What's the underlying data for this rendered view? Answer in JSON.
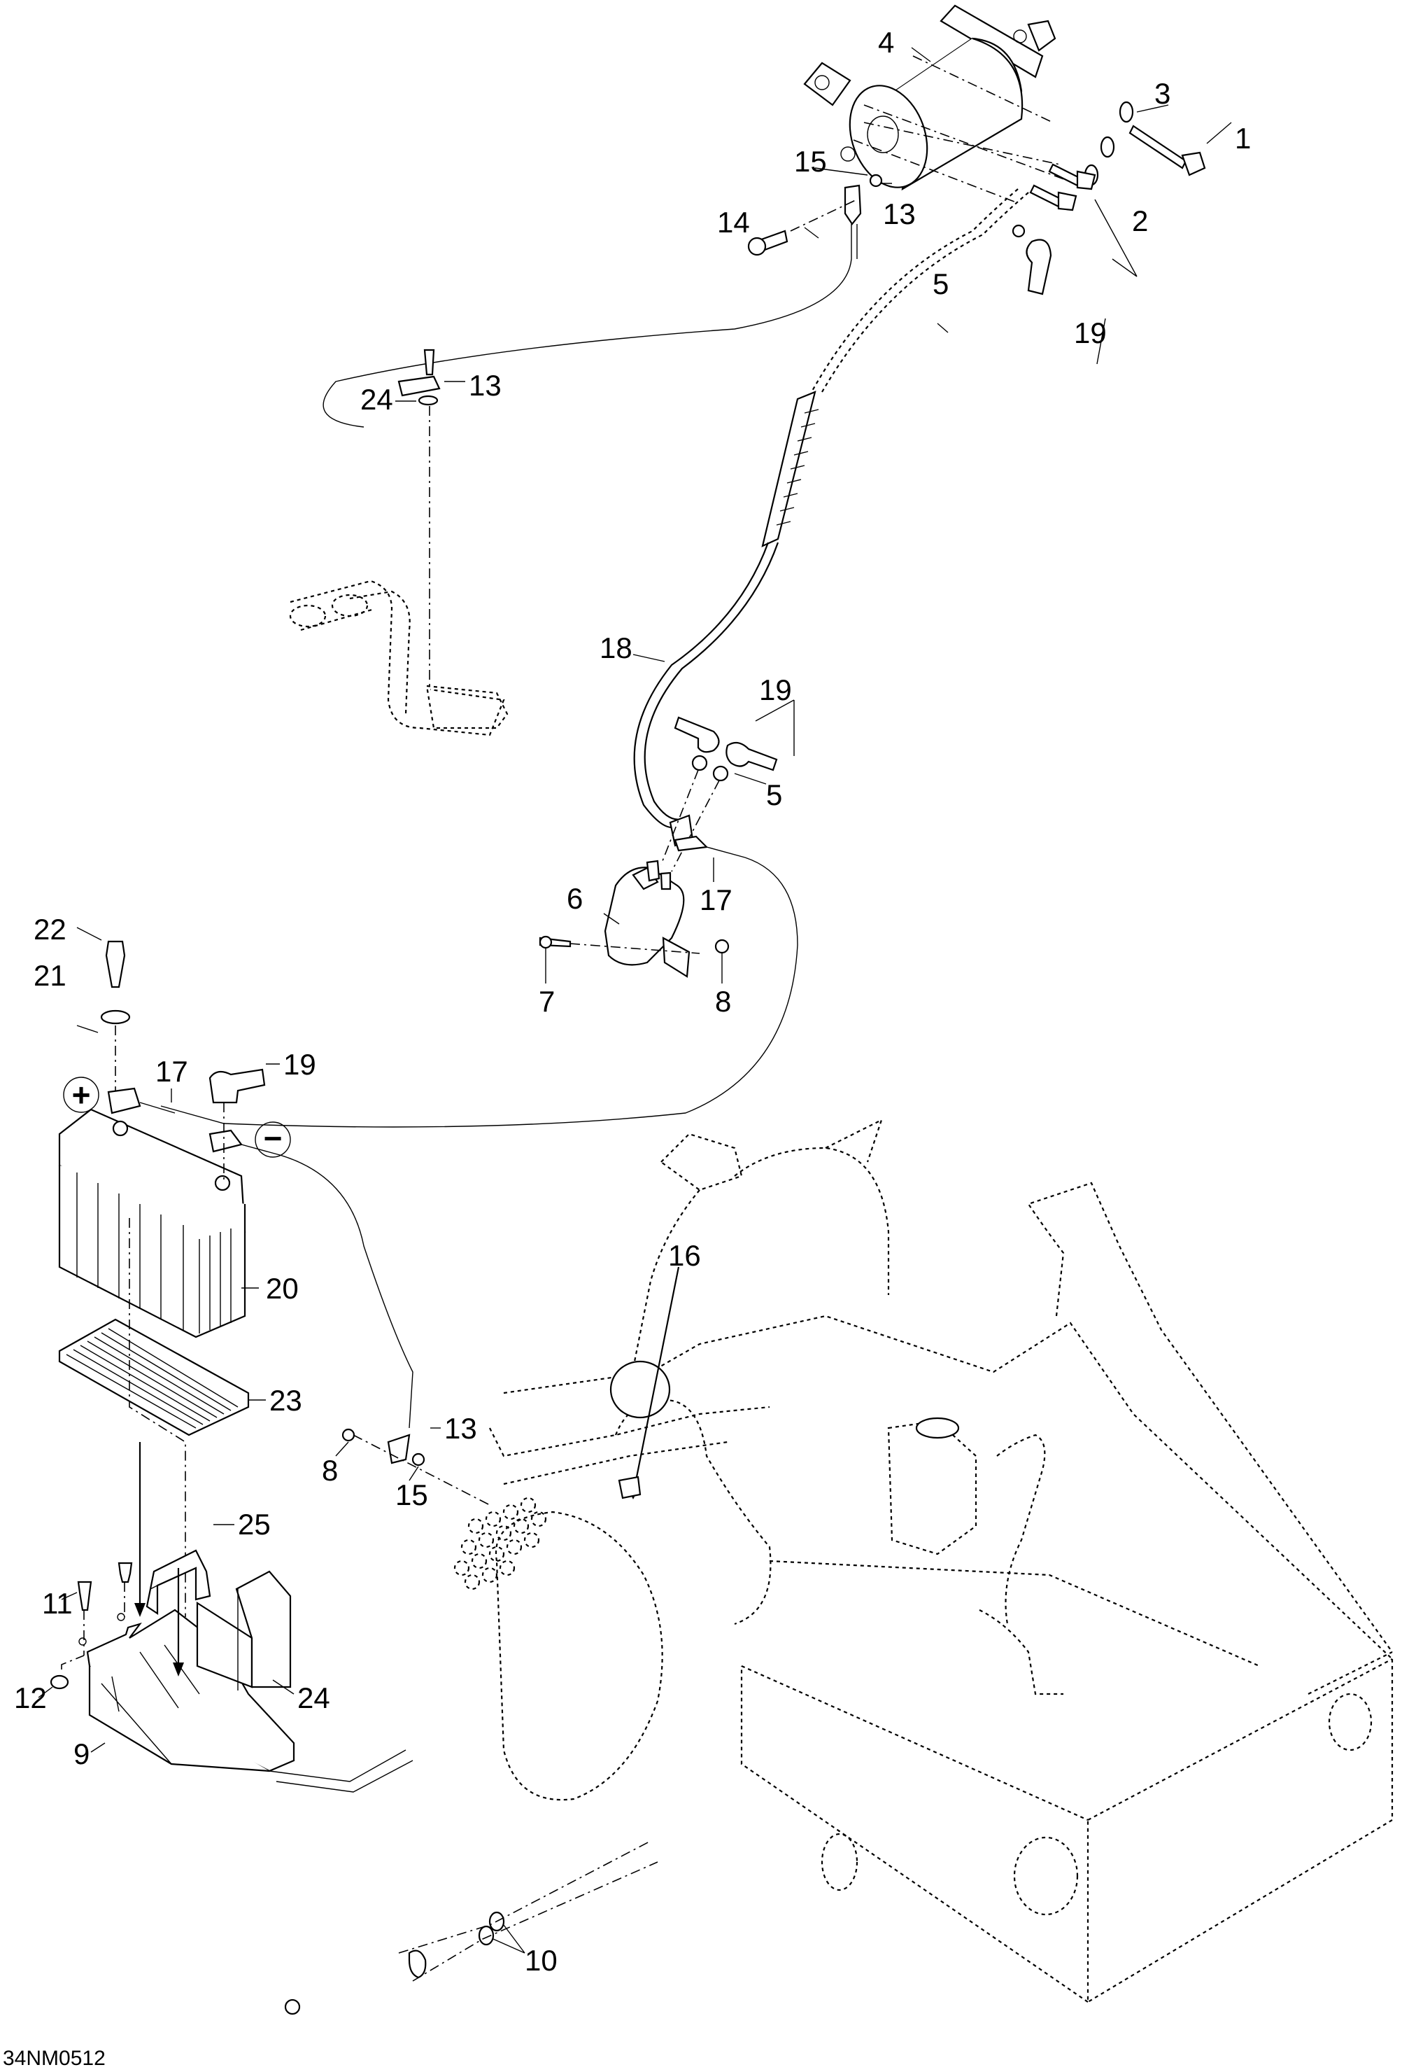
{
  "diagram": {
    "type": "exploded-parts-illustration",
    "reference_code": "34NM0512",
    "callouts": {
      "c1": "1",
      "c2": "2",
      "c3": "3",
      "c4": "4",
      "c5a": "5",
      "c5b": "5",
      "c6": "6",
      "c7": "7",
      "c8a": "8",
      "c8b": "8",
      "c9": "9",
      "c10": "10",
      "c11": "11",
      "c12": "12",
      "c13a": "13",
      "c13b": "13",
      "c13c": "13",
      "c14": "14",
      "c15a": "15",
      "c15b": "15",
      "c16": "16",
      "c17a": "17",
      "c17b": "17",
      "c18": "18",
      "c19a": "19",
      "c19b": "19",
      "c19c": "19",
      "c20": "20",
      "c21": "21",
      "c22": "22",
      "c23": "23",
      "c24a": "24",
      "c24b": "24",
      "c25": "25"
    },
    "symbols": {
      "positive": "+",
      "negative": "−"
    }
  }
}
